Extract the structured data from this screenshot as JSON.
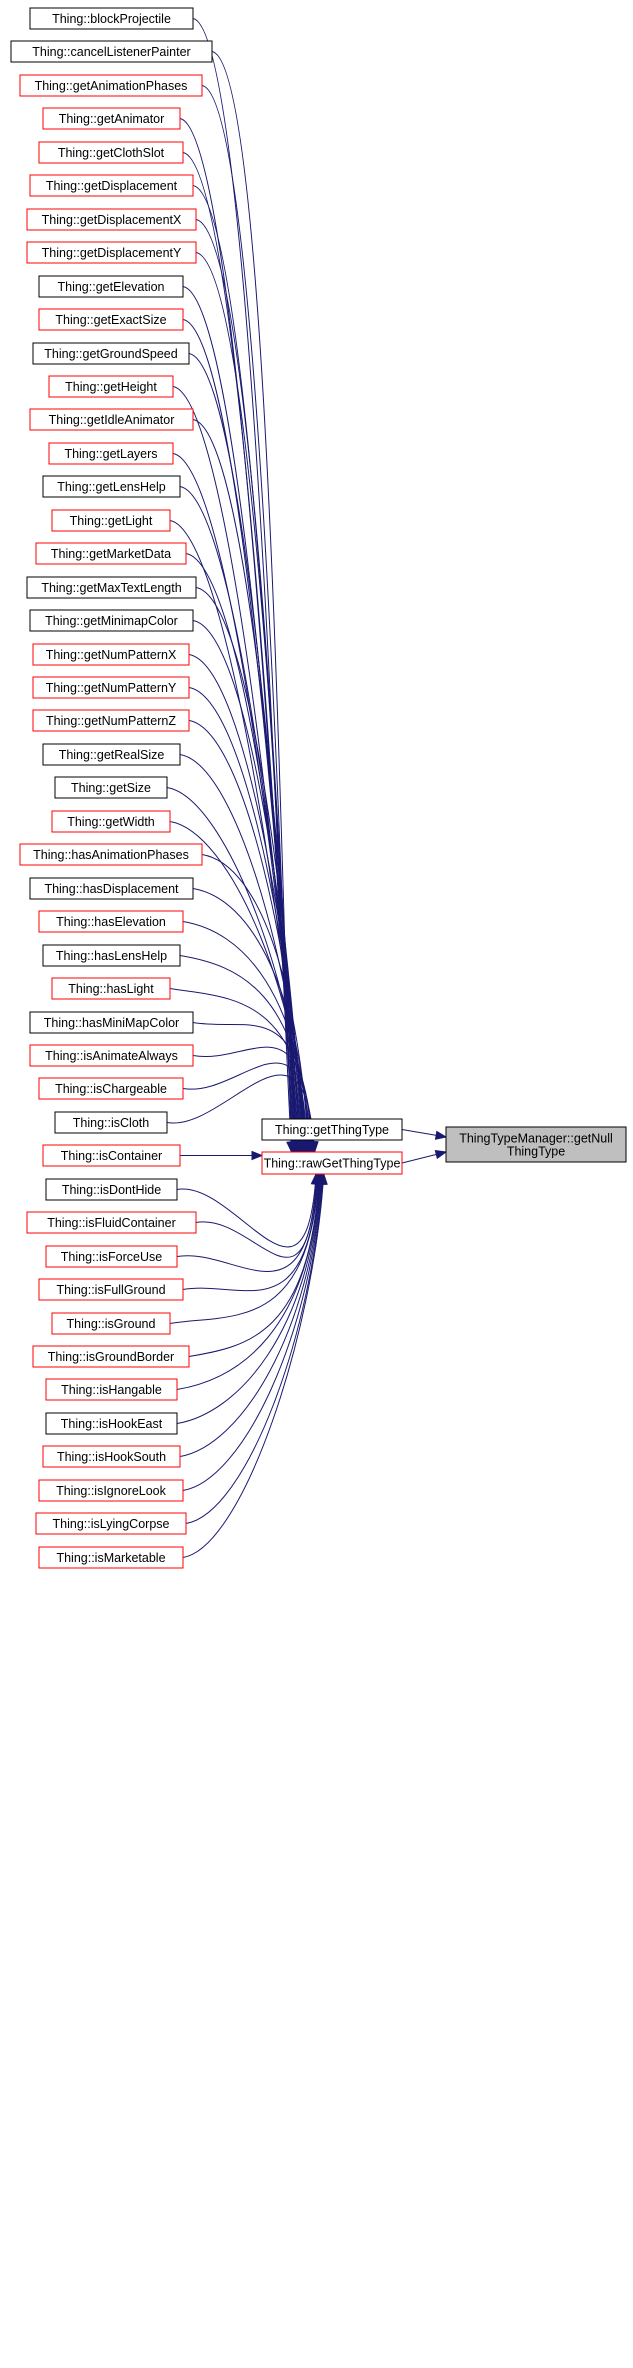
{
  "graph": {
    "target": {
      "label_lines": [
        "ThingTypeManager::getNull",
        "ThingType"
      ]
    },
    "middle": [
      {
        "label": "Thing::getThingType",
        "border": "black"
      },
      {
        "label": "Thing::rawGetThingType",
        "border": "red"
      }
    ],
    "callers": [
      {
        "label": "Thing::blockProjectile",
        "border": "black"
      },
      {
        "label": "Thing::cancelListenerPainter",
        "border": "black"
      },
      {
        "label": "Thing::getAnimationPhases",
        "border": "red"
      },
      {
        "label": "Thing::getAnimator",
        "border": "red"
      },
      {
        "label": "Thing::getClothSlot",
        "border": "red"
      },
      {
        "label": "Thing::getDisplacement",
        "border": "red"
      },
      {
        "label": "Thing::getDisplacementX",
        "border": "red"
      },
      {
        "label": "Thing::getDisplacementY",
        "border": "red"
      },
      {
        "label": "Thing::getElevation",
        "border": "black"
      },
      {
        "label": "Thing::getExactSize",
        "border": "red"
      },
      {
        "label": "Thing::getGroundSpeed",
        "border": "black"
      },
      {
        "label": "Thing::getHeight",
        "border": "red"
      },
      {
        "label": "Thing::getIdleAnimator",
        "border": "red"
      },
      {
        "label": "Thing::getLayers",
        "border": "red"
      },
      {
        "label": "Thing::getLensHelp",
        "border": "black"
      },
      {
        "label": "Thing::getLight",
        "border": "red"
      },
      {
        "label": "Thing::getMarketData",
        "border": "red"
      },
      {
        "label": "Thing::getMaxTextLength",
        "border": "black"
      },
      {
        "label": "Thing::getMinimapColor",
        "border": "black"
      },
      {
        "label": "Thing::getNumPatternX",
        "border": "red"
      },
      {
        "label": "Thing::getNumPatternY",
        "border": "red"
      },
      {
        "label": "Thing::getNumPatternZ",
        "border": "red"
      },
      {
        "label": "Thing::getRealSize",
        "border": "black"
      },
      {
        "label": "Thing::getSize",
        "border": "black"
      },
      {
        "label": "Thing::getWidth",
        "border": "red"
      },
      {
        "label": "Thing::hasAnimationPhases",
        "border": "red"
      },
      {
        "label": "Thing::hasDisplacement",
        "border": "black"
      },
      {
        "label": "Thing::hasElevation",
        "border": "red"
      },
      {
        "label": "Thing::hasLensHelp",
        "border": "black"
      },
      {
        "label": "Thing::hasLight",
        "border": "red"
      },
      {
        "label": "Thing::hasMiniMapColor",
        "border": "black"
      },
      {
        "label": "Thing::isAnimateAlways",
        "border": "red"
      },
      {
        "label": "Thing::isChargeable",
        "border": "red"
      },
      {
        "label": "Thing::isCloth",
        "border": "black"
      },
      {
        "label": "Thing::isContainer",
        "border": "red"
      },
      {
        "label": "Thing::isDontHide",
        "border": "black"
      },
      {
        "label": "Thing::isFluidContainer",
        "border": "red"
      },
      {
        "label": "Thing::isForceUse",
        "border": "red"
      },
      {
        "label": "Thing::isFullGround",
        "border": "red"
      },
      {
        "label": "Thing::isGround",
        "border": "red"
      },
      {
        "label": "Thing::isGroundBorder",
        "border": "red"
      },
      {
        "label": "Thing::isHangable",
        "border": "red"
      },
      {
        "label": "Thing::isHookEast",
        "border": "black"
      },
      {
        "label": "Thing::isHookSouth",
        "border": "red"
      },
      {
        "label": "Thing::isIgnoreLook",
        "border": "red"
      },
      {
        "label": "Thing::isLyingCorpse",
        "border": "red"
      },
      {
        "label": "Thing::isMarketable",
        "border": "red"
      }
    ]
  }
}
